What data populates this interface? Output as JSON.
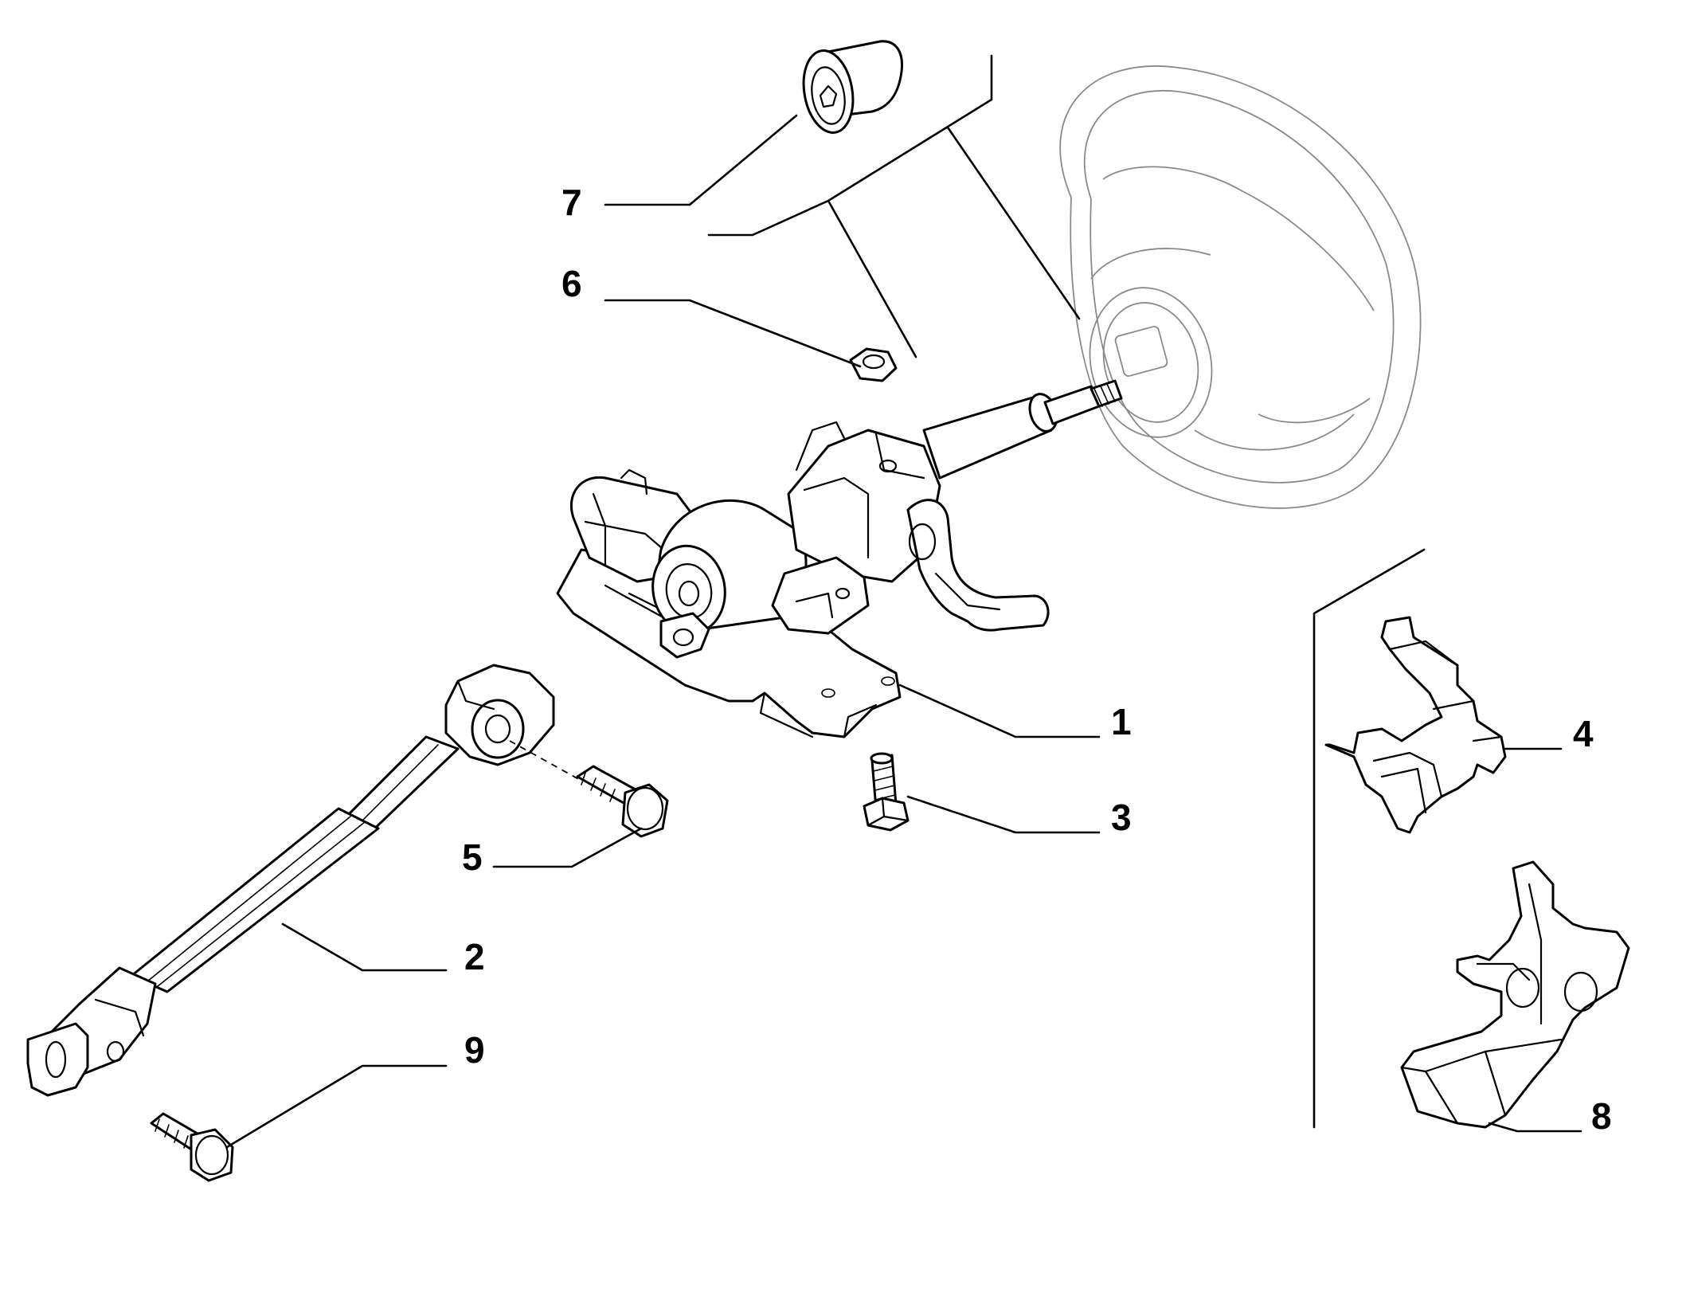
{
  "callouts": [
    {
      "id": "1",
      "label": "1"
    },
    {
      "id": "2",
      "label": "2"
    },
    {
      "id": "3",
      "label": "3"
    },
    {
      "id": "4",
      "label": "4"
    },
    {
      "id": "5",
      "label": "5"
    },
    {
      "id": "6",
      "label": "6"
    },
    {
      "id": "7",
      "label": "7"
    },
    {
      "id": "8",
      "label": "8"
    },
    {
      "id": "9",
      "label": "9"
    }
  ],
  "colors": {
    "ink": "#000000",
    "background": "#ffffff",
    "ghost_outline": "#8a8a8a"
  },
  "icons": [
    "steering-wheel-outline",
    "steering-column-assembly",
    "intermediate-shaft",
    "hex-bolt",
    "flange-bolt",
    "hex-nut",
    "torx-bolt",
    "bracket-clip",
    "cover-bracket"
  ]
}
